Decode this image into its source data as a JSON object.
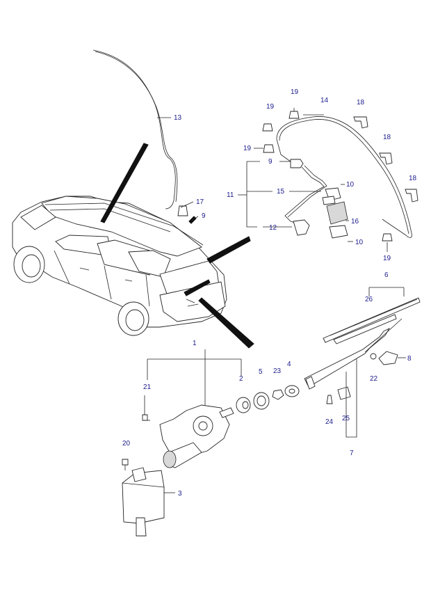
{
  "callouts": [
    {
      "id": "c13",
      "text": "13"
    },
    {
      "id": "c17",
      "text": "17"
    },
    {
      "id": "c9a",
      "text": "9"
    },
    {
      "id": "c19a",
      "text": "19"
    },
    {
      "id": "c14",
      "text": "14"
    },
    {
      "id": "c19b",
      "text": "19"
    },
    {
      "id": "c18a",
      "text": "18"
    },
    {
      "id": "c19c",
      "text": "19"
    },
    {
      "id": "c18b",
      "text": "18"
    },
    {
      "id": "c9b",
      "text": "9"
    },
    {
      "id": "c11",
      "text": "11"
    },
    {
      "id": "c15",
      "text": "15"
    },
    {
      "id": "c10a",
      "text": "10"
    },
    {
      "id": "c18c",
      "text": "18"
    },
    {
      "id": "c16",
      "text": "16"
    },
    {
      "id": "c12",
      "text": "12"
    },
    {
      "id": "c10b",
      "text": "10"
    },
    {
      "id": "c19d",
      "text": "19"
    },
    {
      "id": "c6",
      "text": "6"
    },
    {
      "id": "c26",
      "text": "26"
    },
    {
      "id": "c1",
      "text": "1"
    },
    {
      "id": "c8",
      "text": "8"
    },
    {
      "id": "c22",
      "text": "22"
    },
    {
      "id": "c21",
      "text": "21"
    },
    {
      "id": "c2",
      "text": "2"
    },
    {
      "id": "c5",
      "text": "5"
    },
    {
      "id": "c23",
      "text": "23"
    },
    {
      "id": "c4",
      "text": "4"
    },
    {
      "id": "c24",
      "text": "24"
    },
    {
      "id": "c25",
      "text": "25"
    },
    {
      "id": "c7",
      "text": "7"
    },
    {
      "id": "c20",
      "text": "20"
    },
    {
      "id": "c3",
      "text": "3"
    }
  ]
}
